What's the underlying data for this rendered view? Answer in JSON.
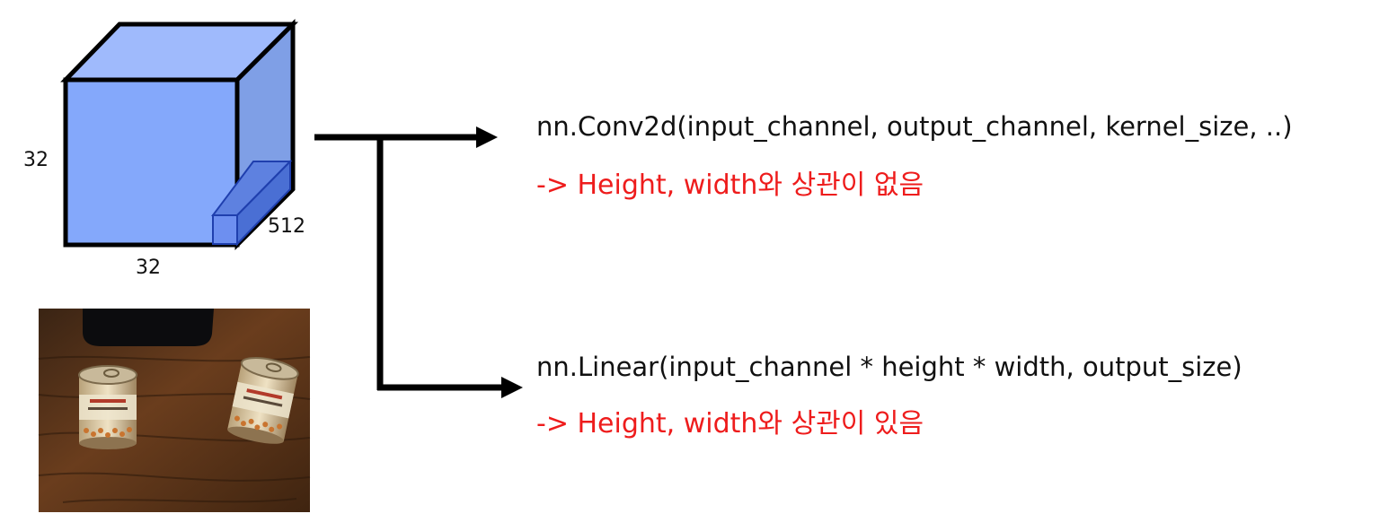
{
  "diagram": {
    "tensor": {
      "height_label": "32",
      "width_label": "32",
      "channels_label": "512",
      "front_color": "#84a8fb",
      "top_color": "#9fbafc",
      "side_color": "#7f9fe6",
      "slice_color": "#5e81e0"
    },
    "photo": {
      "description": "two cans on a wooden table"
    },
    "conv": {
      "code": "nn.Conv2d(input_channel, output_channel, kernel_size, ..)",
      "note": "-> Height, width와 상관이 없음"
    },
    "linear": {
      "code": "nn.Linear(input_channel * height * width, output_size)",
      "note": "-> Height, width와 상관이 있음"
    },
    "note_color": "#ee1c1c"
  }
}
